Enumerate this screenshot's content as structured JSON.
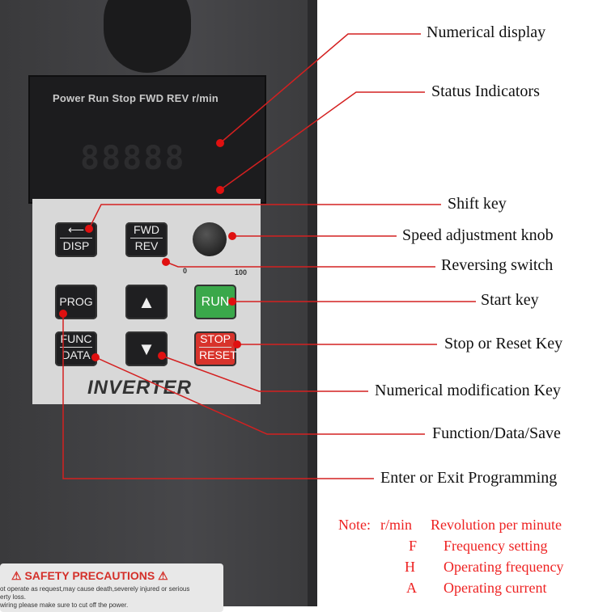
{
  "display": {
    "indicators": "Power Run  Stop  FWD  REV  r/min",
    "digits": "88888"
  },
  "keys": {
    "disp": {
      "top": "⟵",
      "bottom": "DISP"
    },
    "fwd_rev": {
      "top": "FWD",
      "bottom": "REV"
    },
    "prog": "PROG",
    "up": "▲",
    "run": "RUN",
    "func_data": {
      "top": "FUNC",
      "bottom": "DATA"
    },
    "down": "▼",
    "stop_reset": {
      "top": "STOP",
      "bottom": "RESET"
    }
  },
  "knob_scale": {
    "min": "0",
    "max": "100"
  },
  "brand": "INVERTER",
  "labels": [
    "Numerical display",
    "Status Indicators",
    "Shift key",
    "Speed adjustment knob",
    "Reversing switch",
    "Start key",
    "Stop or Reset Key",
    "Numerical modification Key",
    "Function/Data/Save",
    "Enter or Exit Programming"
  ],
  "note": {
    "title": "Note:",
    "rows": [
      {
        "key": "r/min",
        "desc": "Revolution per minute"
      },
      {
        "key": "F",
        "desc": "Frequency setting"
      },
      {
        "key": "H",
        "desc": "Operating frequency"
      },
      {
        "key": "A",
        "desc": "Operating current"
      }
    ]
  },
  "sticker": {
    "title": "SAFETY PRECAUTIONS",
    "lines": [
      "ot operate as request,may cause death,severely injured or serious",
      "erty loss.",
      "wiring please make sure to cut off the power."
    ]
  },
  "colors": {
    "annotation": "#d42020",
    "run": "#3aa84a",
    "stop": "#d8332b"
  }
}
